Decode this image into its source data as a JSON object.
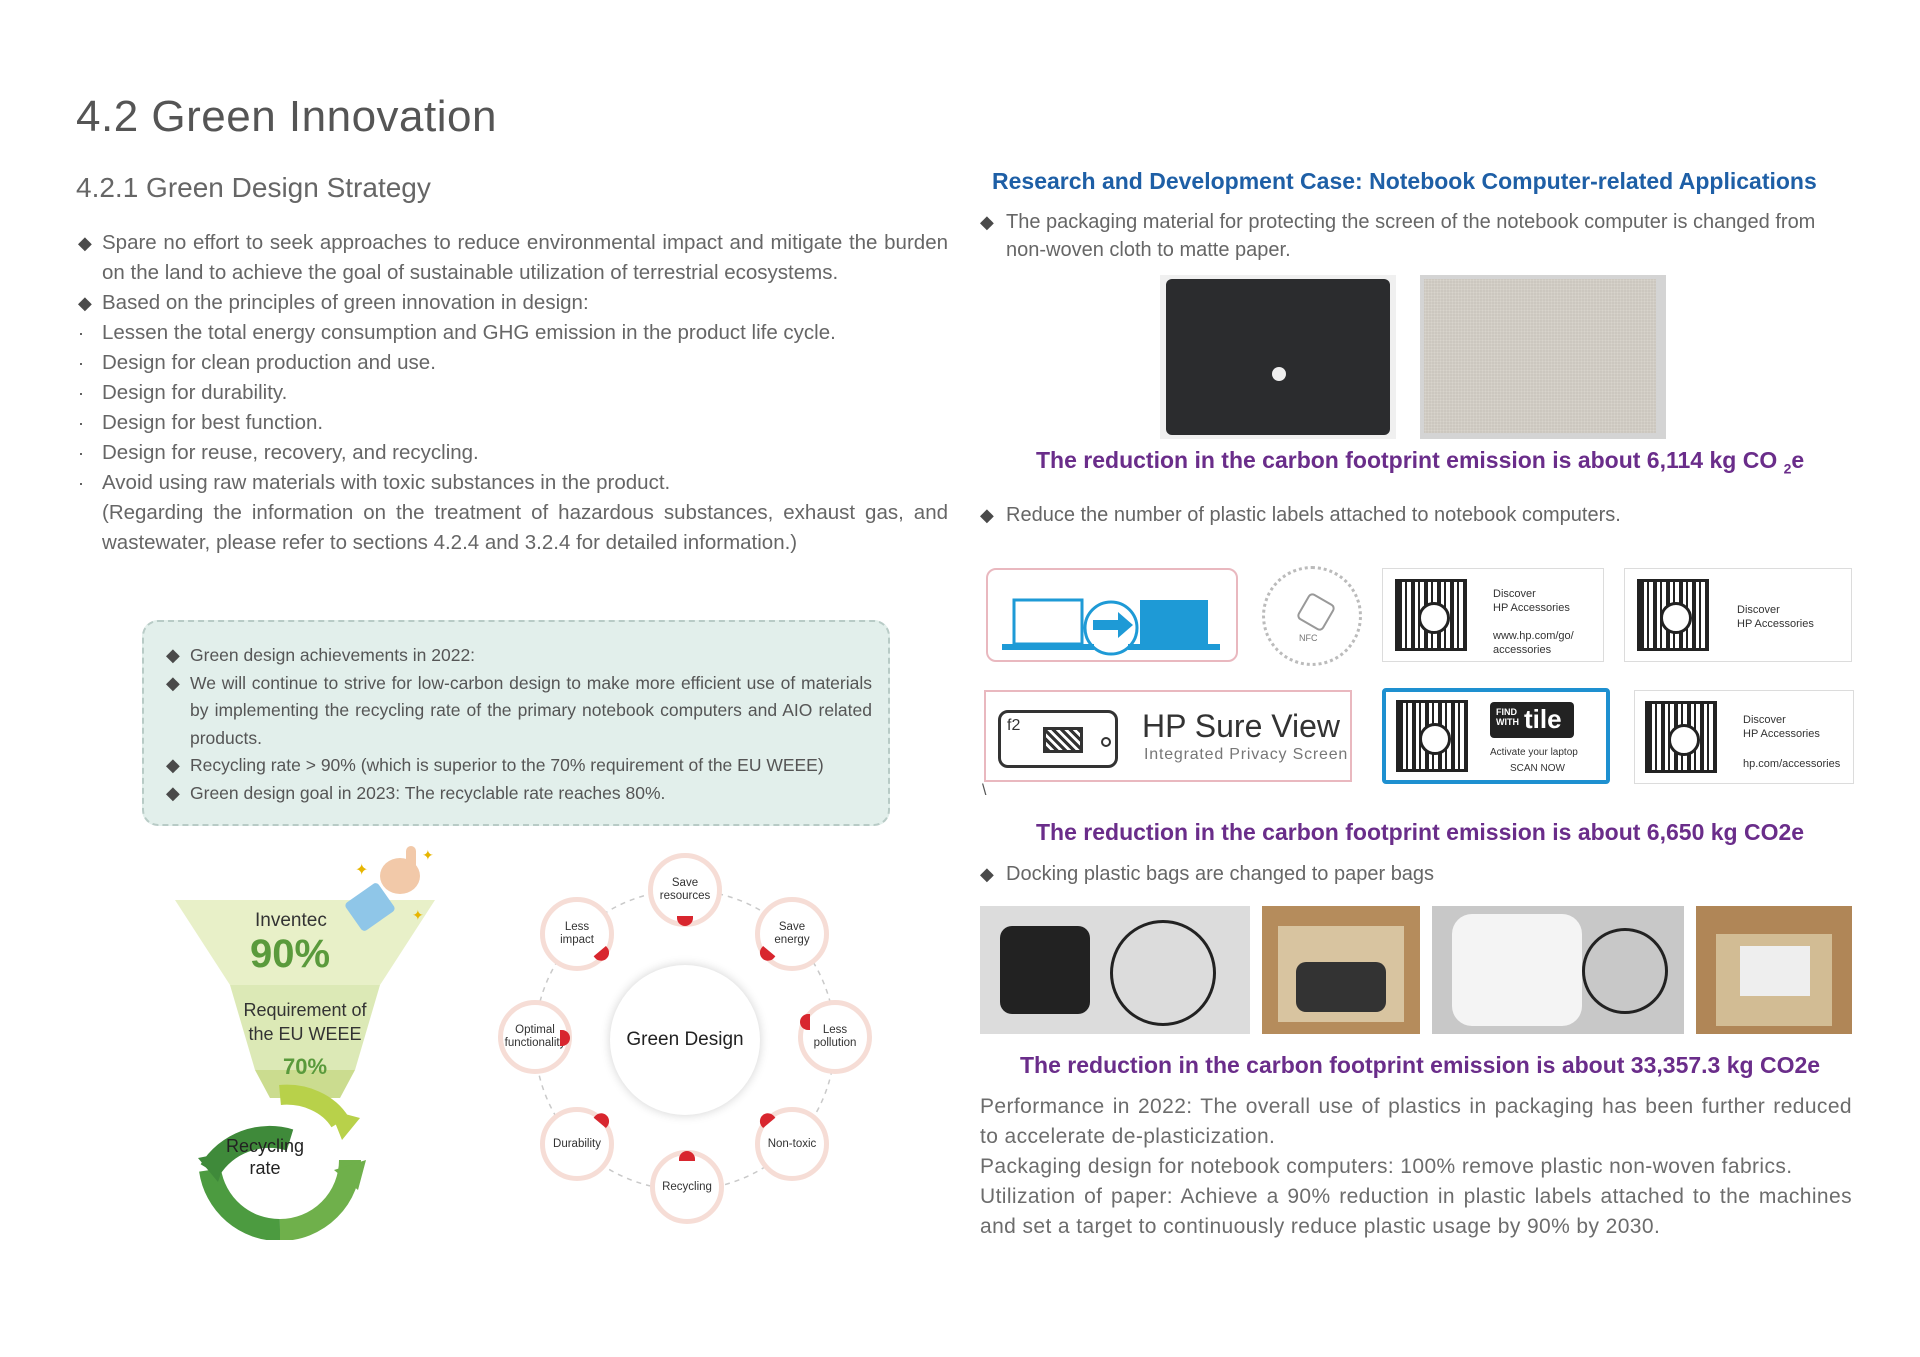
{
  "page": {
    "title": "4.2 Green Innovation",
    "subtitle": "4.2.1 Green Design Strategy"
  },
  "left": {
    "bullet1": "Spare no effort to seek approaches to reduce environmental impact and mitigate the burden on the land to achieve the goal of sustainable utilization of terrestrial ecosystems.",
    "bullet2": "Based on the principles of green innovation in design:",
    "items": [
      "Lessen the total energy consumption and GHG emission in the product life cycle.",
      "Design for clean production and use.",
      "Design for durability.",
      "Design for best function.",
      "Design for reuse, recovery, and recycling.",
      "Avoid using raw materials with toxic substances in the product."
    ],
    "note": "(Regarding the information on the treatment of hazardous substances, exhaust gas, and wastewater, please refer to sections 4.2.4 and 3.2.4 for detailed information.)",
    "bullet_symbol": "◆",
    "dot_symbol": "·"
  },
  "box": {
    "lines": [
      "Green design achievements in 2022:",
      "We will continue to strive for low-carbon design to make more efficient use of materials by implementing the recycling rate of the primary notebook computers and AIO related products.",
      "Recycling rate > 90% (which is superior to the 70% requirement of the EU WEEE)",
      "Green design goal in 2023: The recyclable rate reaches 80%."
    ]
  },
  "funnel": {
    "inventec_label": "Inventec",
    "inventec_value": "90%",
    "req_label_1": "Requirement of",
    "req_label_2": "the EU WEEE",
    "req_value": "70%",
    "recycle_1": "Recycling",
    "recycle_2": "rate"
  },
  "cycle": {
    "center": "Green Design",
    "nodes": {
      "save_resources": "Save\nresources",
      "save_energy": "Save\nenergy",
      "less_pollution": "Less\npollution",
      "non_toxic": "Non-toxic",
      "recycling": "Recycling",
      "durability": "Durability",
      "optimal": "Optimal\nfunctionality",
      "less_impact": "Less\nimpact"
    }
  },
  "right": {
    "title": "Research and Development Case: Notebook Computer-related Applications",
    "case1": "The packaging material for protecting the screen of the notebook computer is changed from non-woven cloth to matte paper.",
    "result1_a": "The reduction in the carbon footprint emission is about 6,114 kg CO ",
    "result1_sub": "2",
    "result1_b": "e",
    "case2": "Reduce the number of plastic labels attached to notebook computers.",
    "result2": "The reduction in the carbon footprint emission is about 6,650 kg CO2e",
    "case3": "Docking plastic bags are changed to paper bags",
    "result3": "The reduction in the carbon footprint emission is about 33,357.3 kg CO2e",
    "stray_mark": "\\",
    "perf": [
      "Performance in 2022: The overall use of plastics in packaging has been further reduced to accelerate de-plasticization.",
      "Packaging design for notebook computers: 100% remove plastic non-woven fabrics.",
      "Utilization of paper: Achieve a 90% reduction in plastic labels attached to the machines and set a target to continuously reduce plastic usage by 90% by 2030."
    ]
  },
  "labels": {
    "nfc": "NFC",
    "discover_1": "Discover",
    "hp_acc_1": "HP Accessories",
    "url_1a": "www.hp.com/go/",
    "url_1b": "accessories",
    "discover_2": "Discover",
    "hp_acc_2": "HP Accessories",
    "f2": "f2",
    "sure_view": "HP Sure View",
    "privacy": "Integrated Privacy Screen",
    "find_with": "FIND\nWITH",
    "tile": "tile",
    "activate": "Activate your laptop",
    "scan_now": "SCAN NOW",
    "discover_3": "Discover",
    "hp_acc_3": "HP Accessories",
    "url_3": "hp.com/accessories"
  },
  "colors": {
    "title_blue": "#1e5fa6",
    "result_purple": "#6a2d8a",
    "box_bg": "#e2efeb",
    "funnel_green": "#5a9a3c"
  }
}
